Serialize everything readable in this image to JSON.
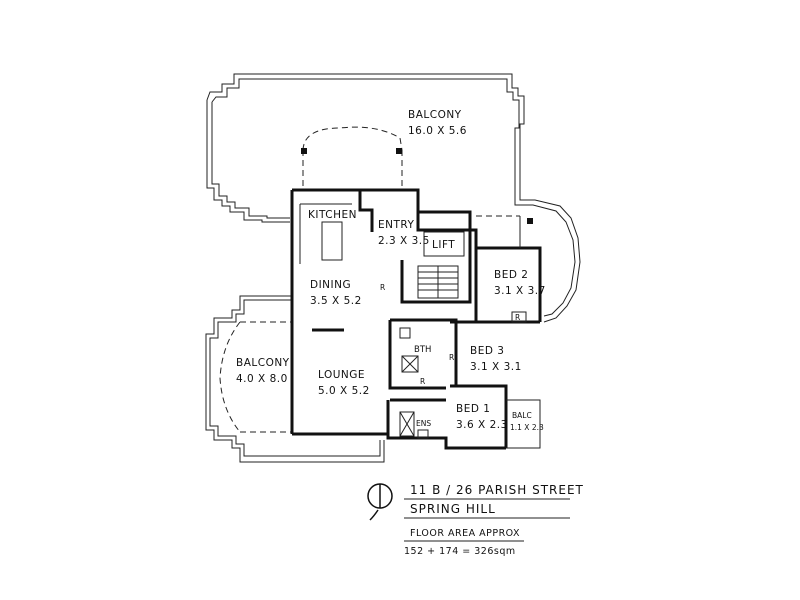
{
  "rooms": {
    "balcony_main": {
      "name": "BALCONY",
      "size": "16.0 X 5.6"
    },
    "kitchen": {
      "name": "KITCHEN"
    },
    "entry": {
      "name": "ENTRY",
      "size": "2.3 X 3.5"
    },
    "lift": {
      "name": "LIFT"
    },
    "bed2": {
      "name": "BED 2",
      "size": "3.1 X 3.7"
    },
    "dining": {
      "name": "DINING",
      "size": "3.5 X 5.2"
    },
    "bth": {
      "name": "BTH"
    },
    "bed3": {
      "name": "BED 3",
      "size": "3.1 X 3.1"
    },
    "balcony_left": {
      "name": "BALCONY",
      "size": "4.0 X 8.0"
    },
    "lounge": {
      "name": "LOUNGE",
      "size": "5.0 X 5.2"
    },
    "bed1": {
      "name": "BED 1",
      "size": "3.6 X 2.3"
    },
    "ens": {
      "name": "ENS"
    },
    "balc_small": {
      "name": "BALC",
      "size": "1.1 X 2.3"
    },
    "robe_markers": [
      "R",
      "R",
      "R",
      "R"
    ]
  },
  "title_block": {
    "address_line1": "11 B / 26 PARISH STREET",
    "address_line2": "SPRING HILL",
    "area_label": "FLOOR AREA APPROX",
    "area_value": "152 + 174 = 326sqm"
  }
}
